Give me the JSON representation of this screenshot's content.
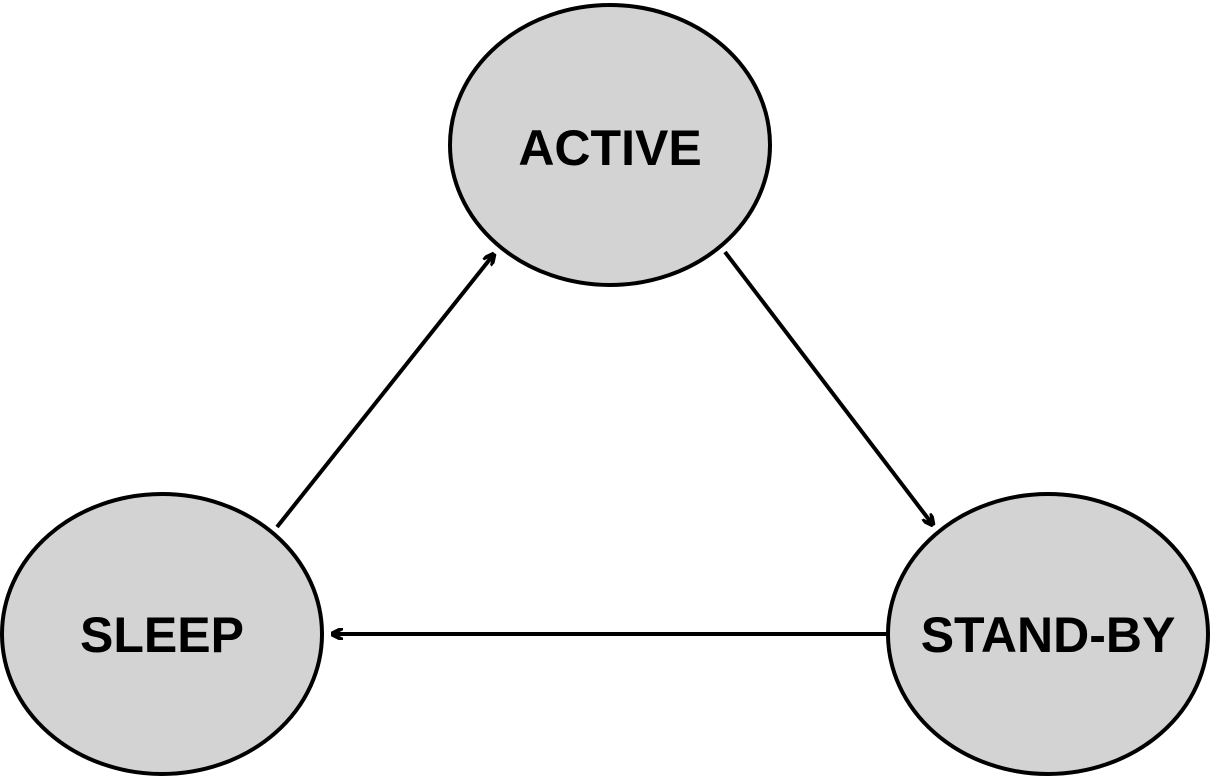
{
  "states": {
    "active": {
      "label": "ACTIVE"
    },
    "standby": {
      "label": "STAND-BY"
    },
    "sleep": {
      "label": "SLEEP"
    }
  },
  "transitions": [
    {
      "from": "ACTIVE",
      "to": "STAND-BY"
    },
    {
      "from": "STAND-BY",
      "to": "SLEEP"
    },
    {
      "from": "SLEEP",
      "to": "ACTIVE"
    }
  ],
  "colors": {
    "node_fill": "#d3d3d3",
    "stroke": "#000000",
    "background": "#ffffff"
  }
}
